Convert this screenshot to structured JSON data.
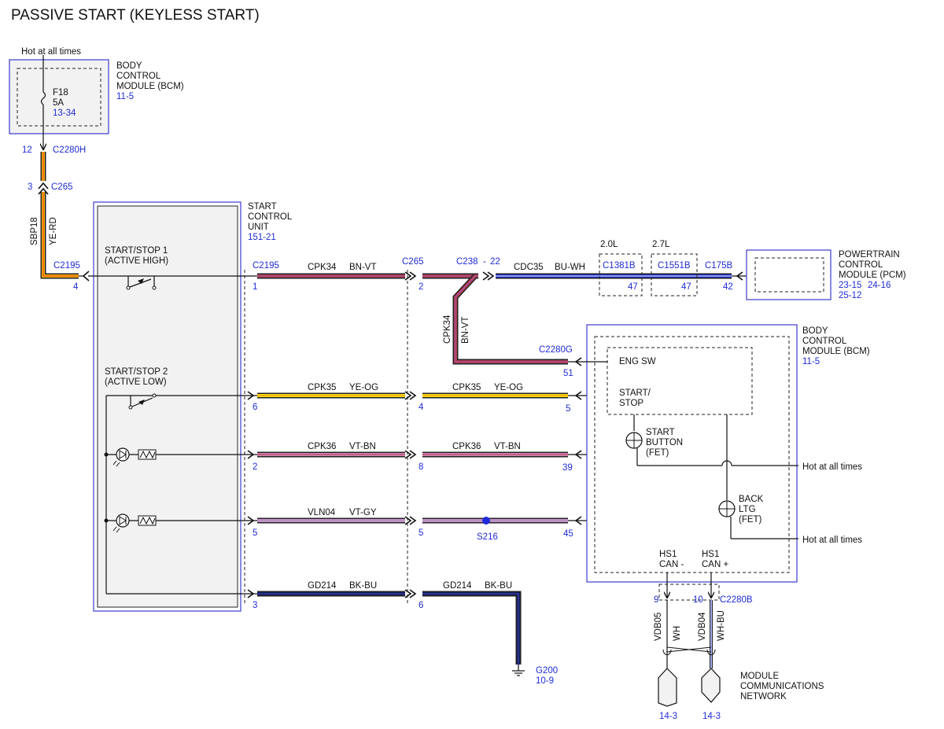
{
  "title": "PASSIVE START (KEYLESS START)",
  "top_supply": {
    "hot_label": "Hot at all times",
    "fuse_name": "F18",
    "fuse_rating": "5A",
    "fuse_ref": "13-34",
    "bcm_line1": "BODY",
    "bcm_line2": "CONTROL",
    "bcm_line3": "MODULE (BCM)",
    "bcm_ref": "11-5",
    "pin_12": "12",
    "conn_c2280h": "C2280H",
    "pin_3": "3",
    "conn_c265": "C265",
    "circuit": "SBP18",
    "color": "YE-RD",
    "conn_c2195": "C2195",
    "pin_4": "4"
  },
  "scu": {
    "line1": "START",
    "line2": "CONTROL",
    "line3": "UNIT",
    "ref": "151-21",
    "switch1_line1": "START/STOP 1",
    "switch1_line2": "(ACTIVE HIGH)",
    "switch2_line1": "START/STOP 2",
    "switch2_line2": "(ACTIVE LOW)",
    "conn": "C2195"
  },
  "wires": {
    "conn_c265": "C265",
    "conn_c238": "C238",
    "dash": "-",
    "pin_22": "22",
    "w1_circuit": "CPK34",
    "w1_color": "BN-VT",
    "w1_pin_a": "1",
    "w1_pin_b": "2",
    "pcm_circuit": "CDC35",
    "pcm_color": "BU-WH",
    "eng_20": "2.0L",
    "eng_27": "2.7L",
    "c1381b": "C1381B",
    "c1551b": "C1551B",
    "c175b": "C175B",
    "pin_47a": "47",
    "pin_47b": "47",
    "pin_42": "42",
    "branch_circuit": "CPK34",
    "branch_color": "BN-VT",
    "c2280g": "C2280G",
    "pin_51": "51",
    "w2_circuit_a": "CPK35",
    "w2_color_a": "YE-OG",
    "w2_circuit_b": "CPK35",
    "w2_color_b": "YE-OG",
    "w2_pin_a": "6",
    "w2_pin_b": "4",
    "w2_pin_c": "5",
    "w3_circuit_a": "CPK36",
    "w3_color_a": "VT-BN",
    "w3_circuit_b": "CPK36",
    "w3_color_b": "VT-BN",
    "w3_pin_a": "2",
    "w3_pin_b": "8",
    "w3_pin_c": "39",
    "w4_circuit_a": "VLN04",
    "w4_color_a": "VT-GY",
    "w4_pin_a": "5",
    "w4_pin_b": "5",
    "w4_pin_c": "45",
    "splice": "S216",
    "w5_circuit_a": "GD214",
    "w5_color_a": "BK-BU",
    "w5_circuit_b": "GD214",
    "w5_color_b": "BK-BU",
    "w5_pin_a": "3",
    "w5_pin_b": "6",
    "ground": "G200",
    "ground_ref": "10-9"
  },
  "pcm": {
    "line1": "POWERTRAIN",
    "line2": "CONTROL",
    "line3": "MODULE (PCM)",
    "ref_a": "23-15",
    "ref_b": "24-16",
    "ref_c": "25-12"
  },
  "bcm": {
    "line1": "BODY",
    "line2": "CONTROL",
    "line3": "MODULE (BCM)",
    "ref": "11-5",
    "eng_sw": "ENG SW",
    "start_stop_1": "START/",
    "start_stop_2": "STOP",
    "start_btn_1": "START",
    "start_btn_2": "BUTTON",
    "start_btn_3": "(FET)",
    "back_1": "BACK",
    "back_2": "LTG",
    "back_3": "(FET)",
    "hot1": "Hot at all times",
    "hot2": "Hot at all times",
    "hs1_a": "HS1",
    "can_minus": "CAN -",
    "hs1_b": "HS1",
    "can_plus": "CAN +",
    "pin_9": "9",
    "pin_10": "10",
    "c2280b": "C2280B",
    "vdb05": "VDB05",
    "wh": "WH",
    "vdb04": "VDB04",
    "whbu": "WH-BU",
    "mcn_1": "MODULE",
    "mcn_2": "COMMUNICATIONS",
    "mcn_3": "NETWORK",
    "ref_l": "14-3",
    "ref_r": "14-3"
  },
  "colors": {
    "module_border": "#3b3bd1",
    "text_blue": "#1f2bd6",
    "yellow_red": "#f4b400",
    "brown_violet": "#b23a48",
    "blue_white": "#1d2fd0",
    "yellow_orange": "#f3dd18",
    "violet_brown": "#e07fc6",
    "violet_gray": "#cf8fd8",
    "black_blue": "#141a5c"
  }
}
